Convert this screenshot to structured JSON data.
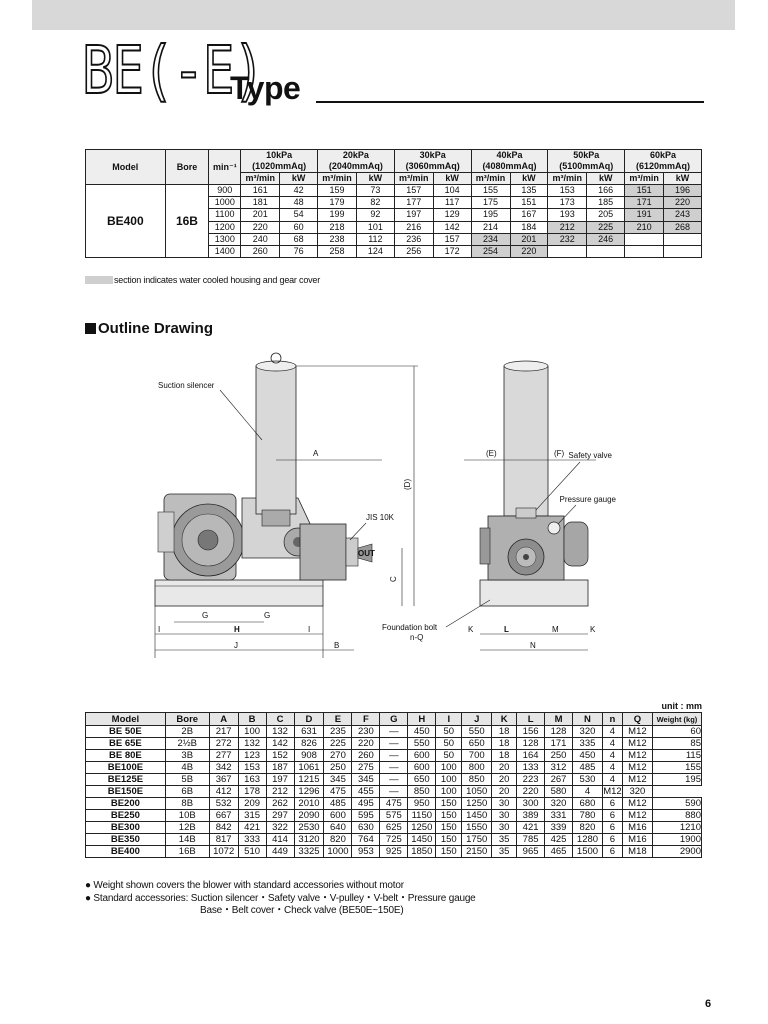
{
  "header": {
    "series": "BE(-E)",
    "type_word": "Type"
  },
  "perf_table": {
    "col_model": "Model",
    "col_bore": "Bore",
    "col_speed": "min⁻¹",
    "pressures": [
      {
        "kpa": "10kPa",
        "mmaq": "(1020mmAq)"
      },
      {
        "kpa": "20kPa",
        "mmaq": "(2040mmAq)"
      },
      {
        "kpa": "30kPa",
        "mmaq": "(3060mmAq)"
      },
      {
        "kpa": "40kPa",
        "mmaq": "(4080mmAq)"
      },
      {
        "kpa": "50kPa",
        "mmaq": "(5100mmAq)"
      },
      {
        "kpa": "60kPa",
        "mmaq": "(6120mmAq)"
      }
    ],
    "sub_flow": "m³/min",
    "sub_power": "kW",
    "model": "BE400",
    "bore": "16B",
    "rows": [
      {
        "speed": "900",
        "cells": [
          "161",
          "42",
          "159",
          "73",
          "157",
          "104",
          "155",
          "135",
          "153",
          "166",
          "151",
          "196"
        ],
        "shaded": [
          10,
          11
        ]
      },
      {
        "speed": "1000",
        "cells": [
          "181",
          "48",
          "179",
          "82",
          "177",
          "117",
          "175",
          "151",
          "173",
          "185",
          "171",
          "220"
        ],
        "shaded": [
          10,
          11
        ]
      },
      {
        "speed": "1100",
        "cells": [
          "201",
          "54",
          "199",
          "92",
          "197",
          "129",
          "195",
          "167",
          "193",
          "205",
          "191",
          "243"
        ],
        "shaded": [
          10,
          11
        ]
      },
      {
        "speed": "1200",
        "cells": [
          "220",
          "60",
          "218",
          "101",
          "216",
          "142",
          "214",
          "184",
          "212",
          "225",
          "210",
          "268"
        ],
        "shaded": [
          8,
          9,
          10,
          11
        ]
      },
      {
        "speed": "1300",
        "cells": [
          "240",
          "68",
          "238",
          "112",
          "236",
          "157",
          "234",
          "201",
          "232",
          "246",
          "",
          ""
        ],
        "shaded": [
          6,
          7,
          8,
          9
        ]
      },
      {
        "speed": "1400",
        "cells": [
          "260",
          "76",
          "258",
          "124",
          "256",
          "172",
          "254",
          "220",
          "",
          "",
          "",
          ""
        ],
        "shaded": [
          6,
          7
        ]
      }
    ]
  },
  "legend_text": "section indicates water cooled housing and gear cover",
  "outline_title": "Outline Drawing",
  "drawing_labels": {
    "suction_silencer": "Suction silencer",
    "safety_valve": "Safety valve",
    "pressure_gauge": "Pressure gauge",
    "jis": "JIS 10K",
    "out": "OUT",
    "foundation_bolt": "Foundation bolt",
    "nq": "n-Q",
    "a": "A",
    "b": "B",
    "c": "C",
    "d": "(D)",
    "e": "(E)",
    "f": "(F)",
    "g": "G",
    "h": "H",
    "i": "I",
    "j": "J",
    "k": "K",
    "l": "L",
    "m": "M",
    "n": "N"
  },
  "unit_text": "unit : mm",
  "dim_table": {
    "headers": [
      "Model",
      "Bore",
      "A",
      "B",
      "C",
      "D",
      "E",
      "F",
      "G",
      "H",
      "I",
      "J",
      "K",
      "L",
      "M",
      "N",
      "n",
      "Q",
      "Weight (kg)"
    ],
    "rows": [
      [
        "BE 50E",
        "2B",
        "217",
        "100",
        "132",
        "631",
        "235",
        "230",
        "—",
        "450",
        "50",
        "550",
        "18",
        "156",
        "128",
        "320",
        "4",
        "M12",
        "60"
      ],
      [
        "BE 65E",
        "2½B",
        "272",
        "132",
        "142",
        "826",
        "225",
        "220",
        "—",
        "550",
        "50",
        "650",
        "18",
        "128",
        "171",
        "335",
        "4",
        "M12",
        "85"
      ],
      [
        "BE 80E",
        "3B",
        "277",
        "123",
        "152",
        "908",
        "270",
        "260",
        "—",
        "600",
        "50",
        "700",
        "18",
        "164",
        "250",
        "450",
        "4",
        "M12",
        "115"
      ],
      [
        "BE100E",
        "4B",
        "342",
        "153",
        "187",
        "1061",
        "250",
        "275",
        "—",
        "600",
        "100",
        "800",
        "20",
        "133",
        "312",
        "485",
        "4",
        "M12",
        "155"
      ],
      [
        "BE125E",
        "5B",
        "367",
        "163",
        "197",
        "1215",
        "345",
        "345",
        "—",
        "650",
        "100",
        "850",
        "20",
        "223",
        "267",
        "530",
        "4",
        "M12",
        "195"
      ],
      [
        "BE150E",
        "6B",
        "412",
        "178",
        "212",
        "1296",
        "475",
        "455",
        "—",
        "850",
        "100",
        "1050",
        "20",
        "220",
        "580",
        "4",
        "M12",
        "320"
      ],
      [
        "BE200",
        "8B",
        "532",
        "209",
        "262",
        "2010",
        "485",
        "495",
        "475",
        "950",
        "150",
        "1250",
        "30",
        "300",
        "320",
        "680",
        "6",
        "M12",
        "590"
      ],
      [
        "BE250",
        "10B",
        "667",
        "315",
        "297",
        "2090",
        "600",
        "595",
        "575",
        "1150",
        "150",
        "1450",
        "30",
        "389",
        "331",
        "780",
        "6",
        "M12",
        "880"
      ],
      [
        "BE300",
        "12B",
        "842",
        "421",
        "322",
        "2530",
        "640",
        "630",
        "625",
        "1250",
        "150",
        "1550",
        "30",
        "421",
        "339",
        "820",
        "6",
        "M16",
        "1210"
      ],
      [
        "BE350",
        "14B",
        "817",
        "333",
        "414",
        "3120",
        "820",
        "764",
        "725",
        "1450",
        "150",
        "1750",
        "35",
        "785",
        "425",
        "1280",
        "6",
        "M16",
        "1900"
      ],
      [
        "BE400",
        "16B",
        "1072",
        "510",
        "449",
        "3325",
        "1000",
        "953",
        "925",
        "1850",
        "150",
        "2150",
        "35",
        "965",
        "465",
        "1500",
        "6",
        "M18",
        "2900"
      ]
    ]
  },
  "notes": [
    "● Weight shown covers the blower with standard accessories without motor",
    "● Standard accessories: Suction silencer・Safety valve・V-pulley・V-belt・Pressure gauge",
    "Base・Belt cover・Check valve (BE50E~150E)"
  ],
  "page_number": "6"
}
